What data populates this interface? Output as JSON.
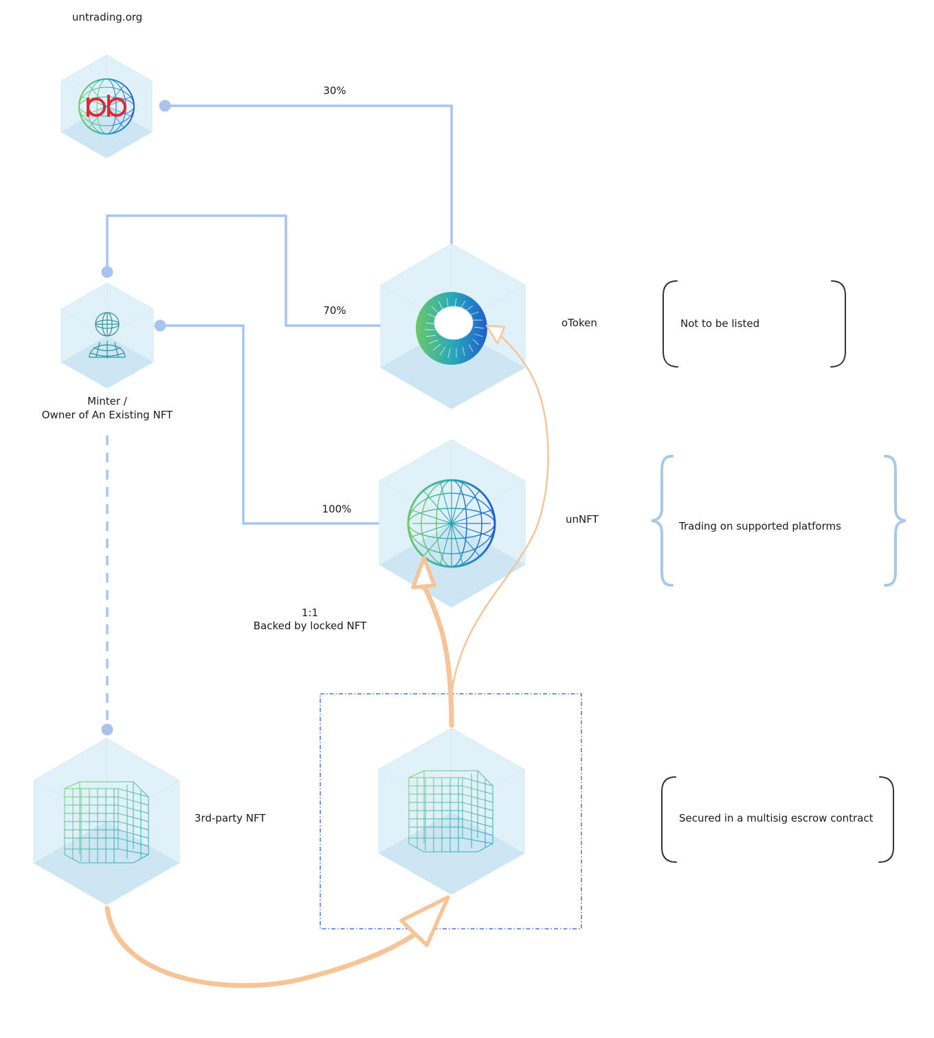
{
  "brand": "untrading.org",
  "entities": {
    "minter": {
      "line1": "Minter /",
      "line2": "Owner of An Existing NFT"
    },
    "otoken": "oToken",
    "unnft": "unNFT",
    "third_party_nft": "3rd-party NFT"
  },
  "splits": {
    "untrading_share": "30%",
    "minter_share": "70%",
    "unnft_share": "100%"
  },
  "backing": {
    "line1": "1:1",
    "line2": "Backed by locked NFT"
  },
  "notes": {
    "otoken": "Not to be listed",
    "unnft": "Trading on supported platforms",
    "escrow": "Secured in a multisig escrow contract"
  },
  "colors": {
    "flow_line": "#a9c3ef",
    "arrow": "#f6c497",
    "cube_face_light": "#dff0f8",
    "cube_face_dark": "#c9e4f2",
    "escrow_border": "#4c6fe0",
    "brace_dark": "#333333",
    "brace_blue": "#a7c8e6"
  },
  "icons": {
    "untrading": "globe-logo-icon",
    "minter": "person-wireframe-icon",
    "otoken": "torus-ring-icon",
    "unnft": "geodesic-sphere-icon",
    "third_party_nft": "wireframe-cube-icon",
    "locked_nft": "wireframe-cube-icon"
  }
}
